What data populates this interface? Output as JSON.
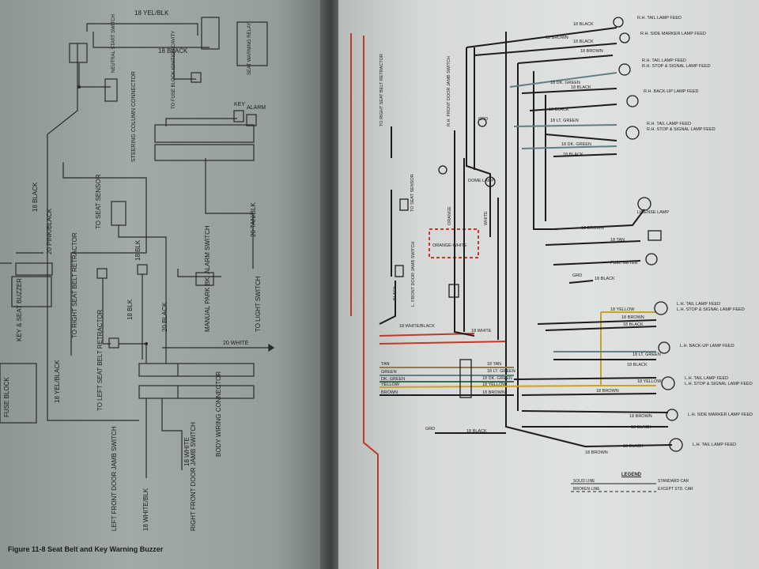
{
  "left_page": {
    "caption": "Figure 11-8 Seat Belt and Key Warning Buzzer",
    "labels": {
      "yel_black_top": "18 YEL/BLK",
      "black_top": "18 BLACK",
      "seat_warn": "SEAT WARNING RELAY",
      "neutral_start": "NEUTRAL START SWITCH",
      "fuse_block_ign": "TO FUSE BLOCK IGNITION CAVITY",
      "key": "KEY",
      "alarm": "ALARM",
      "steering_column": "STEERING COLUMN CONNECTOR",
      "black_18": "18 BLACK",
      "pink_black": "20 PINK/BLACK",
      "tan_blk": "20 TAN/BLK",
      "to_seat_sensor": "TO SEAT SENSOR",
      "blk_18_a": "18 BLK",
      "blk_18_b": "18 BLK",
      "black_20": "20 BLACK",
      "to_right_retractor": "TO RIGHT SEAT BELT RETRACTOR",
      "manual_park": "MANUAL PARK BK. ALARM SWITCH",
      "to_light_switch": "TO LIGHT SWITCH",
      "white_20": "20 WHITE",
      "key_seat_buzzer": "KEY & SEAT BUZZER",
      "yel_black_left": "18 YEL/BLACK",
      "to_left_retractor": "TO LEFT SEAT BELT RETRACTOR",
      "fuse_block": "FUSE BLOCK",
      "white_18": "18 WHITE",
      "body_wiring": "BODY WIRING CONNECTOR",
      "left_door_jamb": "LEFT FRONT DOOR JAMB SWITCH",
      "white_blk_18": "18 WHITE/BLK",
      "right_door_jamb": "RIGHT FRONT DOOR JAMB SWITCH"
    }
  },
  "right_page": {
    "labels": {
      "rh_tail_feed_1": "R.H. TAIL LAMP FEED",
      "rh_side_marker": "R.H. SIDE MARKER LAMP FEED",
      "rh_tail_feed_2": "R.H. TAIL LAMP FEED",
      "rh_stop_signal_1": "R.H. STOP & SIGNAL LAMP FEED",
      "rh_backup": "R.H. BACK-UP LAMP FEED",
      "rh_tail_feed_3": "R.H. TAIL LAMP FEED",
      "rh_stop_signal_2": "R.H. STOP & SIGNAL LAMP FEED",
      "license_lamp": "LICENSE LAMP",
      "fuel_meter": "FUEL METER",
      "lh_tail_feed_1": "L.H. TAIL LAMP FEED",
      "lh_stop_signal_1": "L.H. STOP & SIGNAL LAMP FEED",
      "lh_backup": "L.H. BACK-UP LAMP FEED",
      "lh_tail_feed_2": "L.H. TAIL LAMP FEED",
      "lh_stop_signal_2": "L.H. STOP & SIGNAL LAMP FEED",
      "lh_side_marker": "L.H. SIDE MARKER LAMP FEED",
      "lh_tail_feed_3": "L.H. TAIL LAMP FEED",
      "to_right_retractor": "TO RIGHT SEAT BELT RETRACTOR",
      "rh_front_door": "R.H. FRONT DOOR JAMB SWITCH",
      "dome_lamp": "DOME LAMP",
      "to_seat_sensor": "TO SEAT SENSOR",
      "lh_front_door": "L. FRONT DOOR JAMB SWITCH",
      "grd_1": "GRD",
      "grd_2": "GRD",
      "grd_3": "GRD",
      "black": "BLACK",
      "orange": "ORANGE",
      "orange_white": "ORANGE-WHITE",
      "white": "WHITE",
      "white_18": "18 WHITE",
      "white_black_18": "18 WHITE/BLACK",
      "tan": "TAN",
      "green": "GREEN",
      "dk_green": "DK. GREEN",
      "yellow": "YELLOW",
      "brown": "BROWN"
    },
    "wire_labels": {
      "w1": "18 BLACK",
      "w2": "18 BROWN",
      "w3": "18 BLACK",
      "w4": "18 BROWN",
      "w5": "18 DK. GREEN",
      "w6": "18 BLACK",
      "w7": "18 LT. GREEN",
      "w8": "18 BLACK",
      "w9": "18 DK. GREEN",
      "w10": "18 BLACK",
      "w11": "18 BROWN",
      "w12": "18 TAN",
      "w13": "18 BLACK",
      "w14": "18 YELLOW",
      "w15": "18 BROWN",
      "w16": "18 BLACK",
      "w17": "18 LT. GREEN",
      "w18": "18 BLACK",
      "w19": "18 YELLOW",
      "w20": "18 BROWN",
      "w21": "18 BROWN",
      "w22": "18 BLACK",
      "w23": "18 BLACK",
      "w24": "18 BROWN",
      "w25": "18 TAN",
      "w26": "18 LT. GREEN",
      "w27": "18 DK. GREEN",
      "w28": "18 YELLOW",
      "w29": "18 BROWN",
      "w30": "18 BLACK"
    },
    "legend": {
      "title": "LEGEND",
      "solid_left": "SOLID LINE",
      "solid_right": "STANDARD CAR",
      "broken_left": "BROKEN LINE",
      "broken_right": "EXCEPT STD. CAR"
    }
  }
}
